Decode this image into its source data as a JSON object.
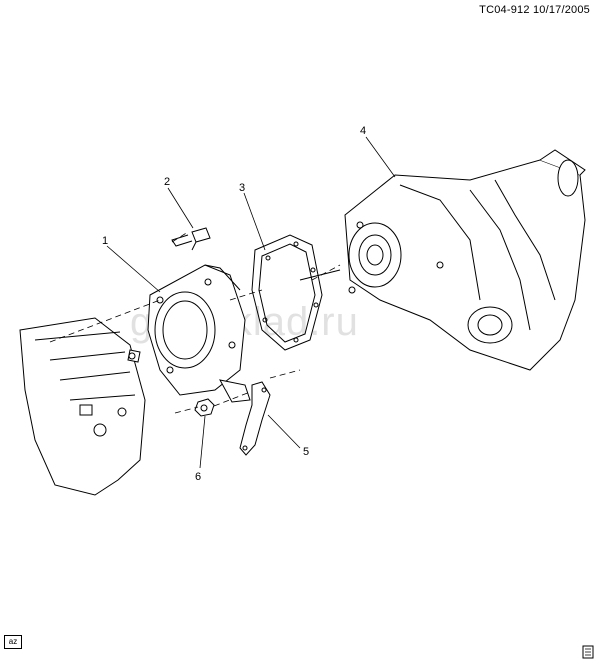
{
  "header": {
    "code": "TC04-912  10/17/2005"
  },
  "callouts": [
    {
      "num": "1"
    },
    {
      "num": "2"
    },
    {
      "num": "3"
    },
    {
      "num": "4"
    },
    {
      "num": "5"
    },
    {
      "num": "6"
    }
  ],
  "watermark": {
    "text": "gmosklad.ru"
  },
  "footer": {
    "badge": "az"
  },
  "icons": {
    "corner": "book-icon"
  }
}
